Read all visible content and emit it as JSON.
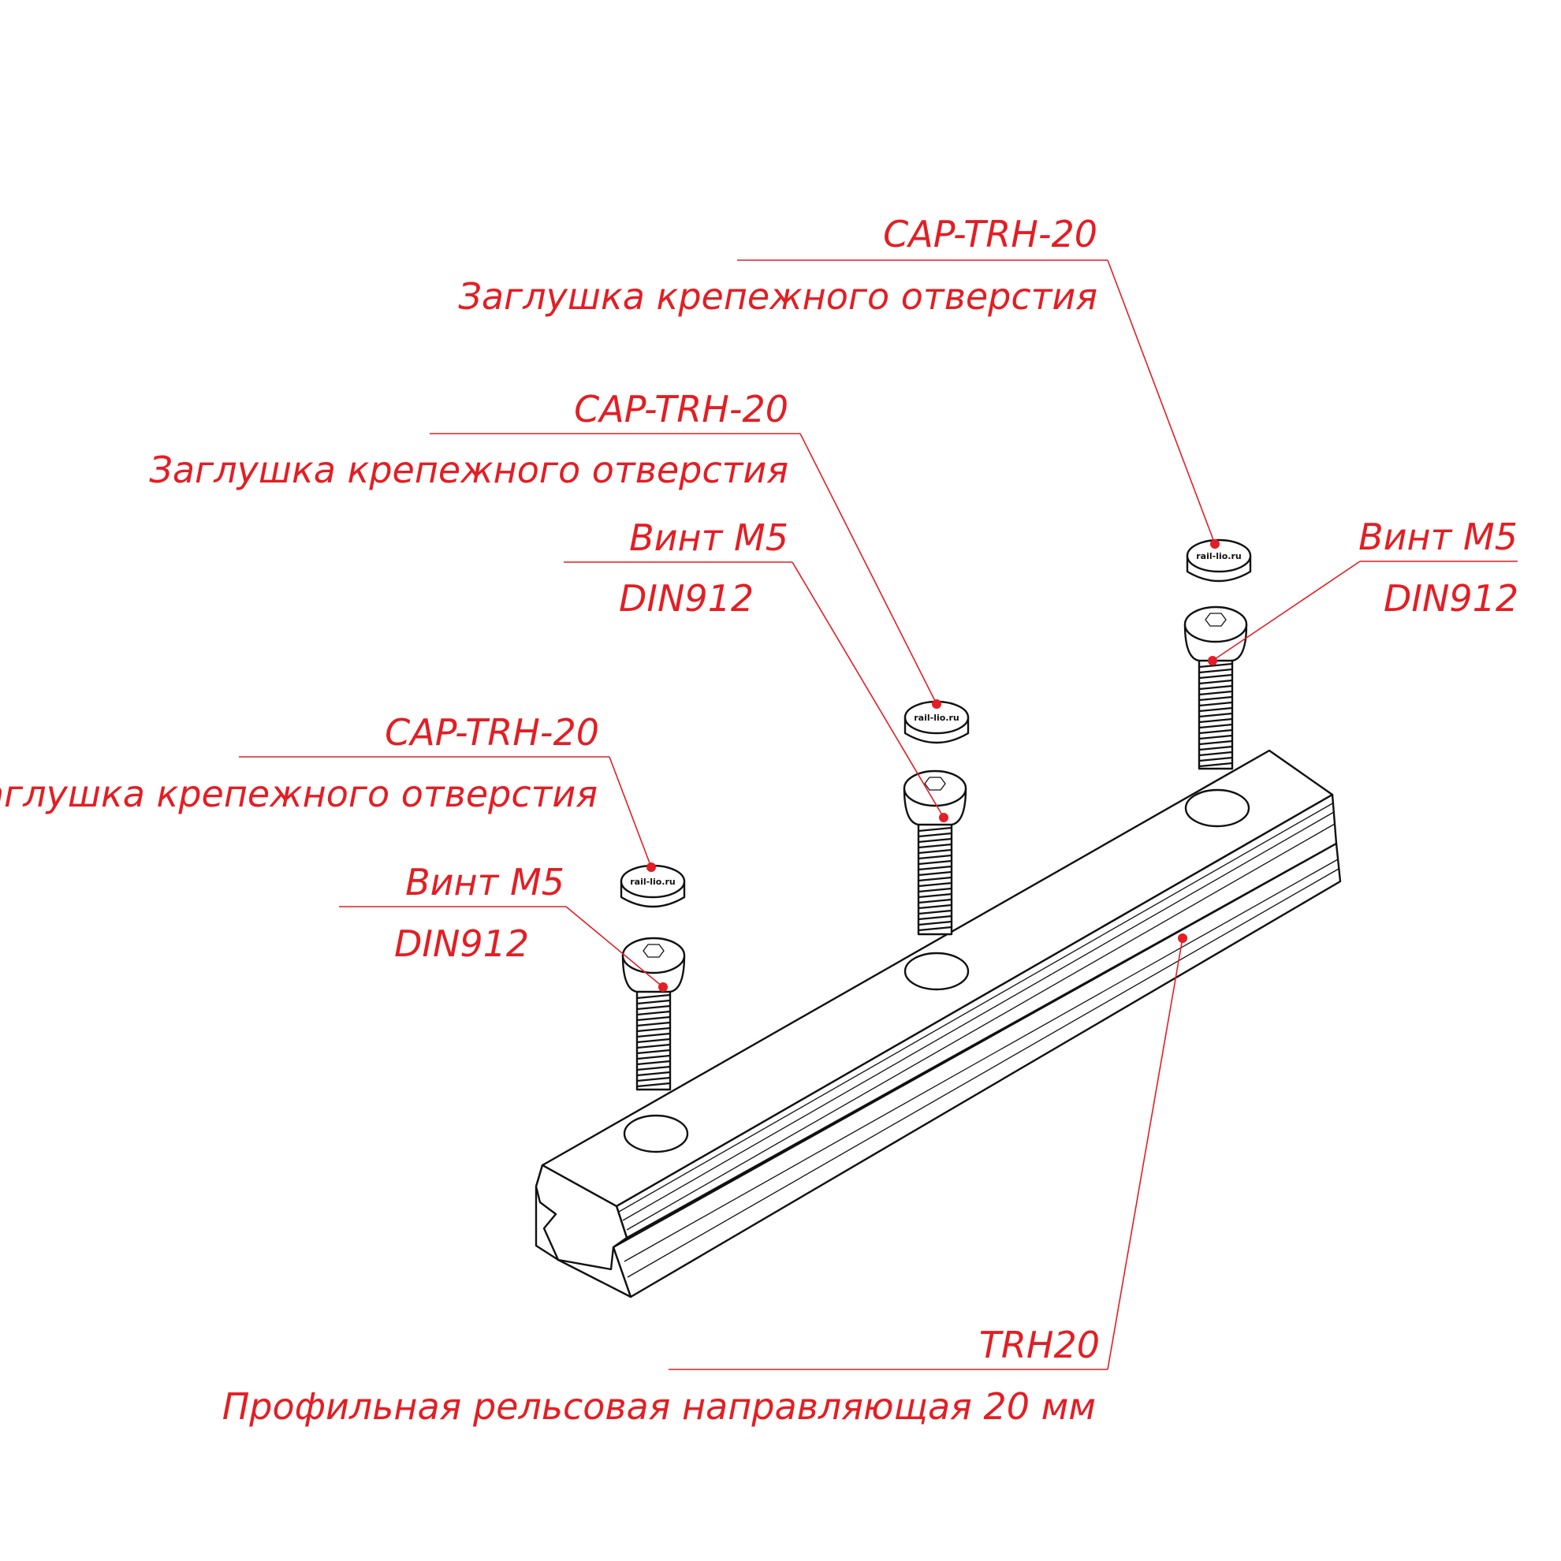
{
  "callouts": {
    "cap_top": {
      "code": "CAP-TRH-20",
      "desc": "Заглушка крепежного отверстия"
    },
    "cap_mid": {
      "code": "CAP-TRH-20",
      "desc": "Заглушка крепежного отверстия"
    },
    "cap_left": {
      "code": "CAP-TRH-20",
      "desc": "Заглушка крепежного отверстия"
    },
    "screw_mid": {
      "code": "Винт М5",
      "desc": "DIN912"
    },
    "screw_right": {
      "code": "Винт М5",
      "desc": "DIN912"
    },
    "screw_left": {
      "code": "Винт М5",
      "desc": "DIN912"
    },
    "rail": {
      "code": "TRH20",
      "desc": "Профильная рельсовая направляющая 20 мм"
    }
  },
  "cap_brand": "rail-lio.ru",
  "colors": {
    "annotation": "#e31e24",
    "outline": "#111111",
    "background": "#ffffff"
  }
}
